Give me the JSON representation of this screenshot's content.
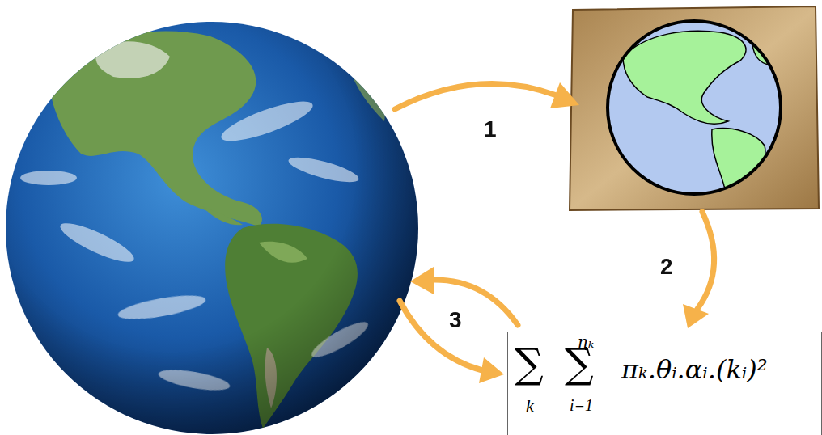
{
  "diagram": {
    "nodes": [
      {
        "text": [
          "∑",
          "k",
          "∑",
          "nₖ",
          "i=1",
          "πₖ.θᵢ.αᵢ.(kᵢ)²"
        ]
      }
    ],
    "labels": [
      "1",
      "2",
      "3"
    ]
  }
}
